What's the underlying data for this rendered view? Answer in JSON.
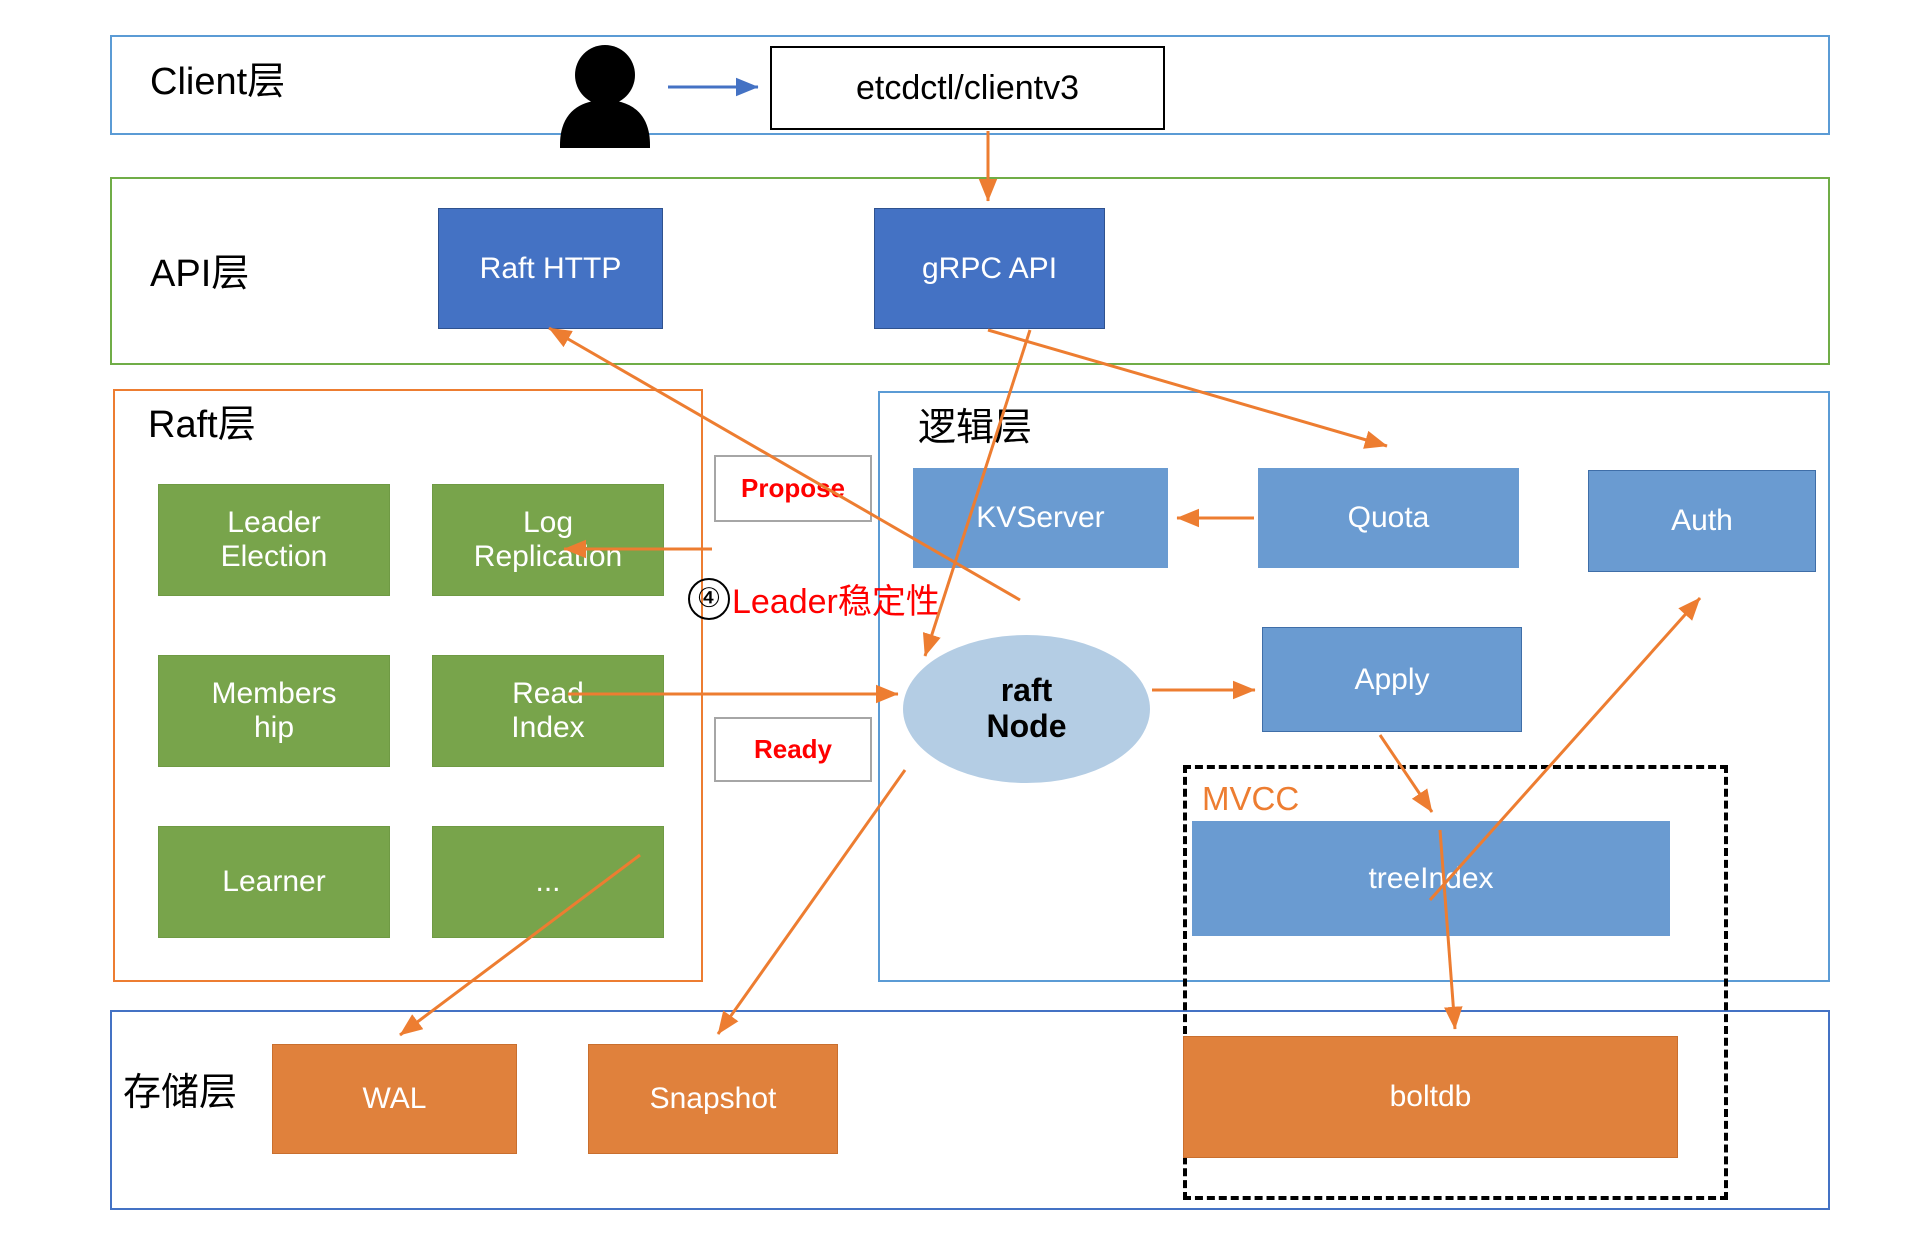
{
  "diagram": {
    "title": "etcd architecture layers",
    "colors": {
      "client_border": "#5b9bd5",
      "api_border": "#70ad47",
      "raft_border": "#ed7d31",
      "logic_border": "#5b9bd5",
      "storage_border": "#4472c4",
      "blue_dark": "#4472c4",
      "blue": "#6a9bd1",
      "green": "#78a44b",
      "orange": "#e0813c",
      "ellipse": "#b4cde4",
      "accent_red": "#ff0000",
      "mvcc_orange": "#ed7d31",
      "arrow": "#ed7d31",
      "client_arrow": "#4472c4"
    }
  },
  "layers": {
    "client": {
      "label": "Client层"
    },
    "api": {
      "label": "API层"
    },
    "raft": {
      "label": "Raft层"
    },
    "logic": {
      "label": "逻辑层"
    },
    "storage": {
      "label": "存储层"
    }
  },
  "nodes": {
    "etcdctl": {
      "label": "etcdctl/clientv3"
    },
    "raft_http": {
      "label": "Raft HTTP"
    },
    "grpc_api": {
      "label": "gRPC API"
    },
    "leader_election": {
      "label": "Leader\nElection"
    },
    "log_replication": {
      "label": "Log\nReplication"
    },
    "membership": {
      "label": "Members\nhip"
    },
    "read_index": {
      "label": "Read\nIndex"
    },
    "learner": {
      "label": "Learner"
    },
    "ellipsis": {
      "label": "..."
    },
    "kvserver": {
      "label": "KVServer"
    },
    "quota": {
      "label": "Quota"
    },
    "auth": {
      "label": "Auth"
    },
    "raft_node": {
      "label": "raft\nNode"
    },
    "apply": {
      "label": "Apply"
    },
    "treeindex": {
      "label": "treeIndex"
    },
    "boltdb": {
      "label": "boltdb"
    },
    "wal": {
      "label": "WAL"
    },
    "snapshot": {
      "label": "Snapshot"
    }
  },
  "annotations": {
    "propose": {
      "label": "Propose"
    },
    "ready": {
      "label": "Ready"
    },
    "mvcc": {
      "label": "MVCC"
    },
    "leader_stability": {
      "number": "④",
      "label": "Leader稳定性"
    }
  },
  "icons": {
    "person": "person-icon"
  }
}
